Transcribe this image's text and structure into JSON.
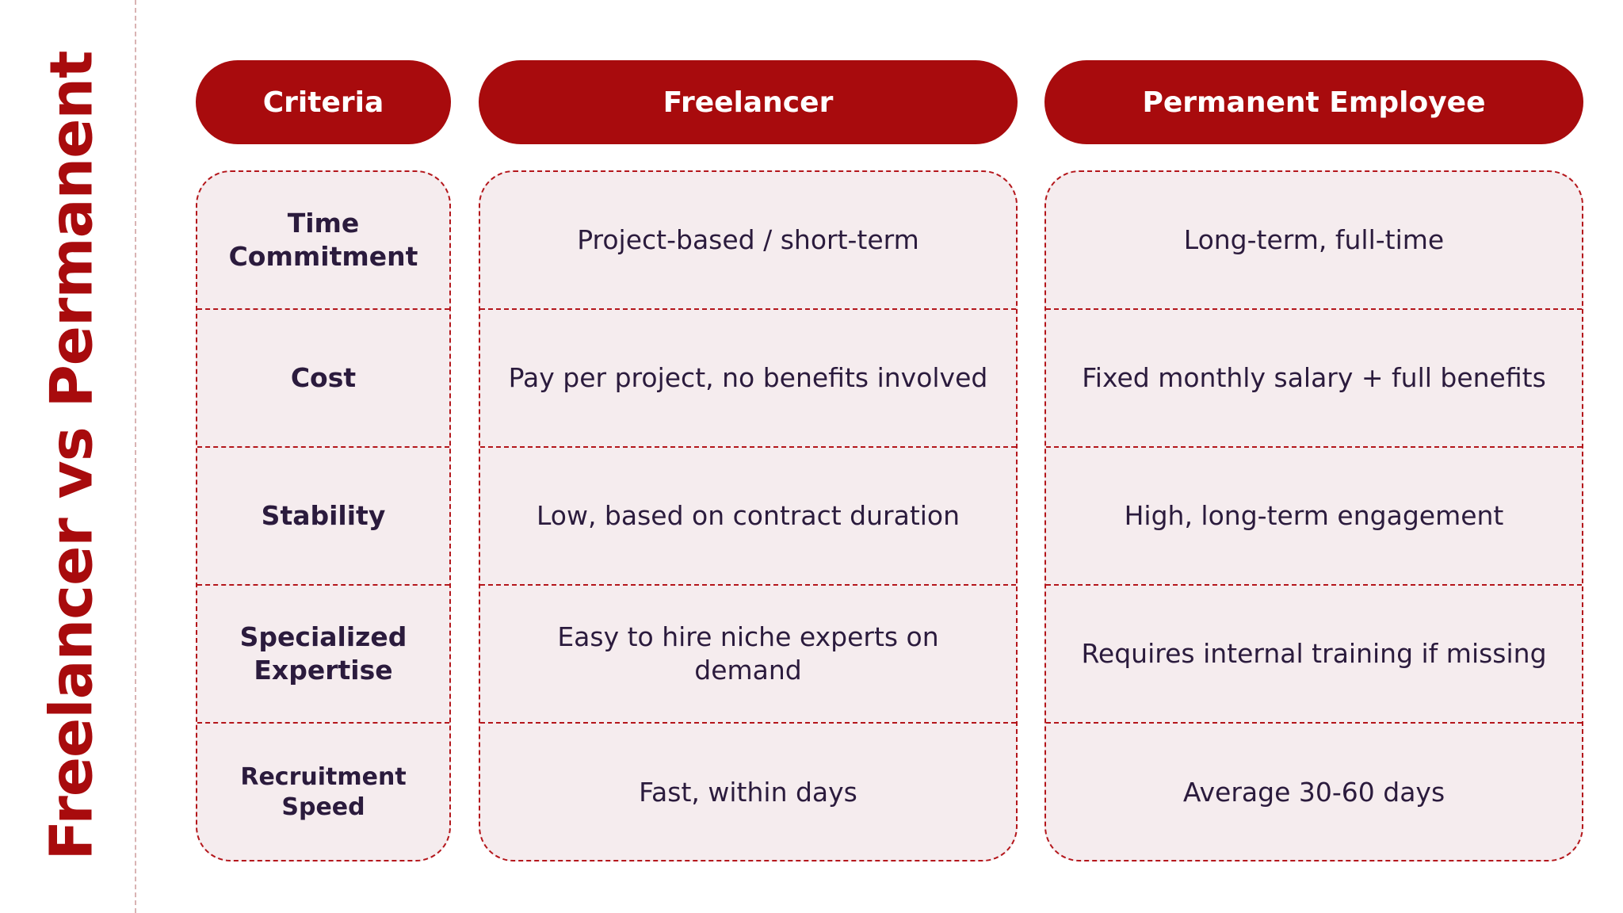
{
  "side_title": "Freelancer vs Permanent",
  "headers": {
    "criteria": "Criteria",
    "freelancer": "Freelancer",
    "permanent": "Permanent Employee"
  },
  "rows": [
    {
      "criteria": "Time Commitment",
      "freelancer": "Project-based / short-term",
      "permanent": "Long-term, full-time"
    },
    {
      "criteria": "Cost",
      "freelancer": "Pay per project, no benefits involved",
      "permanent": "Fixed monthly salary + full benefits"
    },
    {
      "criteria": "Stability",
      "freelancer": "Low, based on contract duration",
      "permanent": "High, long-term engagement"
    },
    {
      "criteria": "Specialized Expertise",
      "freelancer": "Easy to hire niche experts on demand",
      "permanent": "Requires internal training if missing"
    },
    {
      "criteria": "Recruitment Speed",
      "freelancer": "Fast, within days",
      "permanent": "Average 30-60 days"
    }
  ],
  "colors": {
    "accent": "#a80b0d",
    "card_bg": "#f5ecee",
    "text": "#2b1b3d"
  }
}
